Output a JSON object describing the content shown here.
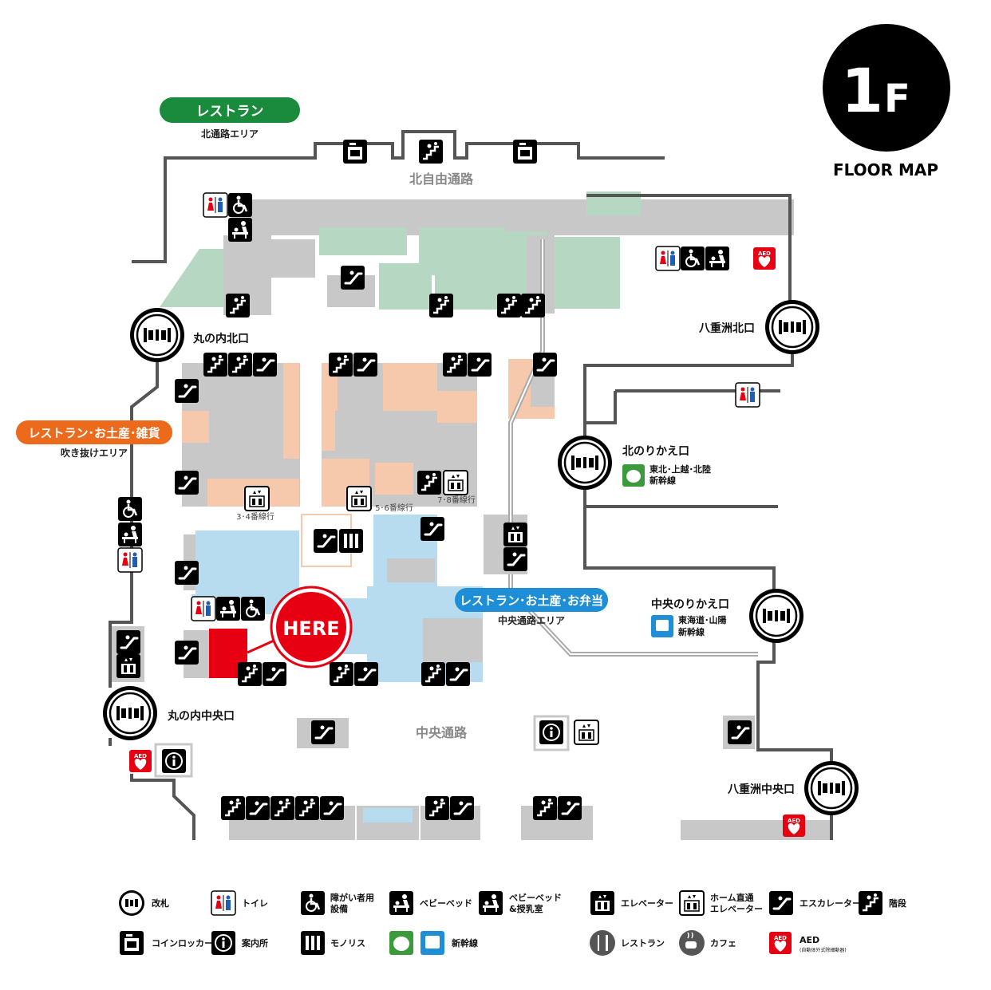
{
  "floor": {
    "number": "1",
    "unit": "F",
    "caption": "FLOOR MAP"
  },
  "here": "HERE",
  "zones": {
    "north_restaurant": {
      "title": "レストラン",
      "subtitle": "北通路エリア",
      "color": "#1a8a3c"
    },
    "west_restaurant": {
      "title": "レストラン･お土産･雑貨",
      "subtitle": "吹き抜けエリア",
      "color": "#ec6a1c"
    },
    "center_restaurant": {
      "title": "レストラン･お土産･お弁当",
      "subtitle": "中央通路エリア",
      "color": "#1e8fd6"
    }
  },
  "passages": {
    "north": "北自由通路",
    "central": "中央通路"
  },
  "gates": {
    "marunouchi_north": "丸の内北口",
    "marunouchi_central": "丸の内中央口",
    "yaesu_north": "八重洲北口",
    "yaesu_central": "八重洲中央口",
    "north_transfer": "北のりかえ口",
    "central_transfer": "中央のりかえ口"
  },
  "shinkansen": {
    "north_line1": "東北･上越･北陸",
    "north_line2": "新幹線",
    "central_line1": "東海道･山陽",
    "central_line2": "新幹線"
  },
  "platforms": {
    "p34": "3･4番線行",
    "p56": "5･6番線行",
    "p78": "7･8番線行"
  },
  "legend": {
    "gate": "改札",
    "toilet": "トイレ",
    "accessible1": "障がい者用",
    "accessible2": "設備",
    "baby_bed": "ベビーベッド",
    "nursing1": "ベビーベッド",
    "nursing2": "&授乳室",
    "elevator": "エレベーター",
    "platform_elevator1": "ホーム直通",
    "platform_elevator2": "エレベーター",
    "escalator": "エスカレーター",
    "stairs": "階段",
    "coin_locker": "コインロッカー",
    "info": "案内所",
    "monolith": "モノリス",
    "shinkansen": "新幹線",
    "restaurant": "レストラン",
    "cafe": "カフェ",
    "aed": "AED",
    "aed_note": "(自動体外式除細動器)"
  },
  "colors": {
    "gray": "#c8c8c8",
    "green": "#b6d8c3",
    "peach": "#f6c9ad",
    "blue": "#b7dcf0",
    "here": "#e60012",
    "wall": "#555555",
    "aed": "#e60012"
  }
}
